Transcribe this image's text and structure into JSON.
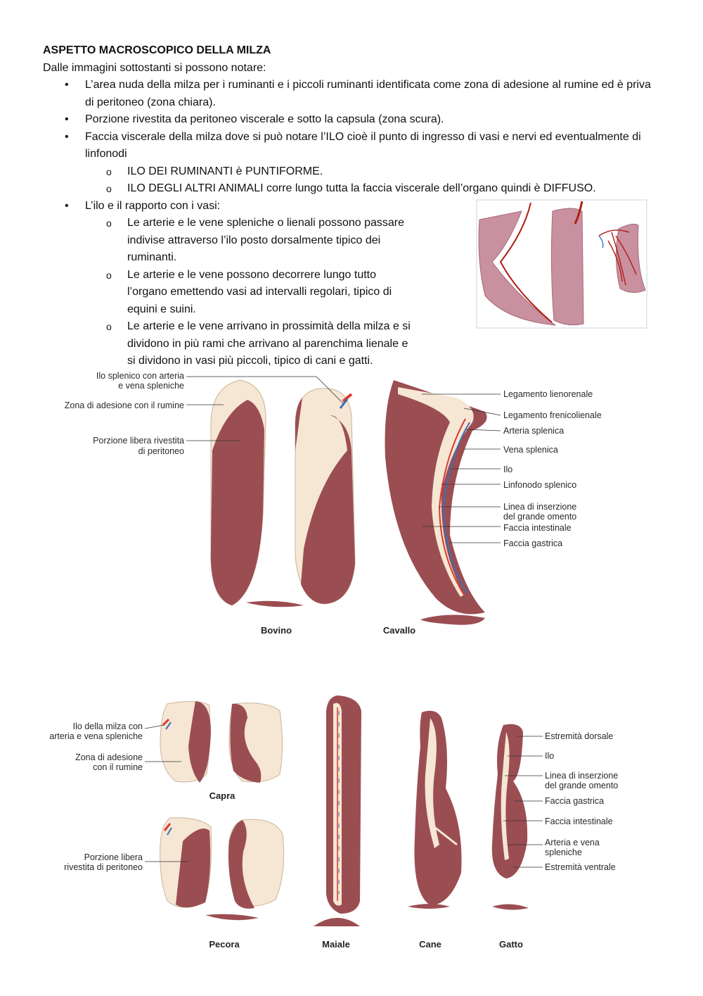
{
  "heading": "ASPETTO MACROSCOPICO DELLA MILZA",
  "intro": "Dalle immagini sottostanti si possono notare:",
  "bullets": {
    "b1": "L’area nuda della milza per i ruminanti e i piccoli ruminanti identificata come zona di adesione al rumine ed è priva di peritoneo (zona chiara).",
    "b2": "Porzione rivestita da peritoneo viscerale e sotto la capsula (zona scura).",
    "b3": "Faccia viscerale della milza dove si può notare l’ILO cioè il punto di ingresso di vasi e nervi ed eventualmente di linfonodi",
    "b3_sub1": "ILO DEI RUMINANTI è PUNTIFORME.",
    "b3_sub2": "ILO DEGLI ALTRI ANIMALI corre lungo tutta la faccia viscerale dell’organo quindi è DIFFUSO.",
    "b4": "L’ilo e il rapporto con i vasi:",
    "b4_sub1": "Le arterie e le vene spleniche o lienali possono passare indivise attraverso l’ilo posto dorsalmente tipico dei ruminanti.",
    "b4_sub2": "Le arterie e le vene possono decorrere lungo tutto l’organo emettendo vasi ad intervalli regolari, tipico di equini e suini.",
    "b4_sub3": "Le arterie e le vene arrivano in prossimità della milza e si dividono in più rami che arrivano al parenchima lienale e si dividono in vasi più piccoli, tipico di cani e gatti."
  },
  "figure1": {
    "labels_left": {
      "ilo1": "Ilo splenico con arteria",
      "ilo2": "e vena spleniche",
      "zona": "Zona di adesione con il rumine",
      "porz1": "Porzione libera rivestita",
      "porz2": "di peritoneo"
    },
    "labels_right": {
      "l1": "Legamento lienorenale",
      "l2": "Legamento frenicolienale",
      "l3": "Arteria splenica",
      "l4": "Vena splenica",
      "l5": "Ilo",
      "l6": "Linfonodo splenico",
      "l7a": "Linea di inserzione",
      "l7b": "del grande omento",
      "l8": "Faccia intestinale",
      "l9": "Faccia gastrica"
    },
    "species": {
      "bovino": "Bovino",
      "cavallo": "Cavallo"
    }
  },
  "figure2": {
    "labels_left": {
      "a1": "Ilo della milza con",
      "a2": "arteria e vena spleniche",
      "b1": "Zona di adesione",
      "b2": "con il rumine",
      "c1": "Porzione libera",
      "c2": "rivestita di peritoneo"
    },
    "labels_right": {
      "r1": "Estremità dorsale",
      "r2": "Ilo",
      "r3a": "Linea di inserzione",
      "r3b": "del grande omento",
      "r4": "Faccia gastrica",
      "r5": "Faccia intestinale",
      "r6a": "Arteria e vena",
      "r6b": "spleniche",
      "r7": "Estremità ventrale"
    },
    "species": {
      "capra": "Capra",
      "pecora": "Pecora",
      "maiale": "Maiale",
      "cane": "Cane",
      "gatto": "Gatto"
    }
  },
  "colors": {
    "organ_dark": "#9b4e52",
    "organ_light": "#f6e6d4",
    "artery": "#d93a2e",
    "vein": "#3d6fb5",
    "inset_pink": "#c9909f"
  }
}
